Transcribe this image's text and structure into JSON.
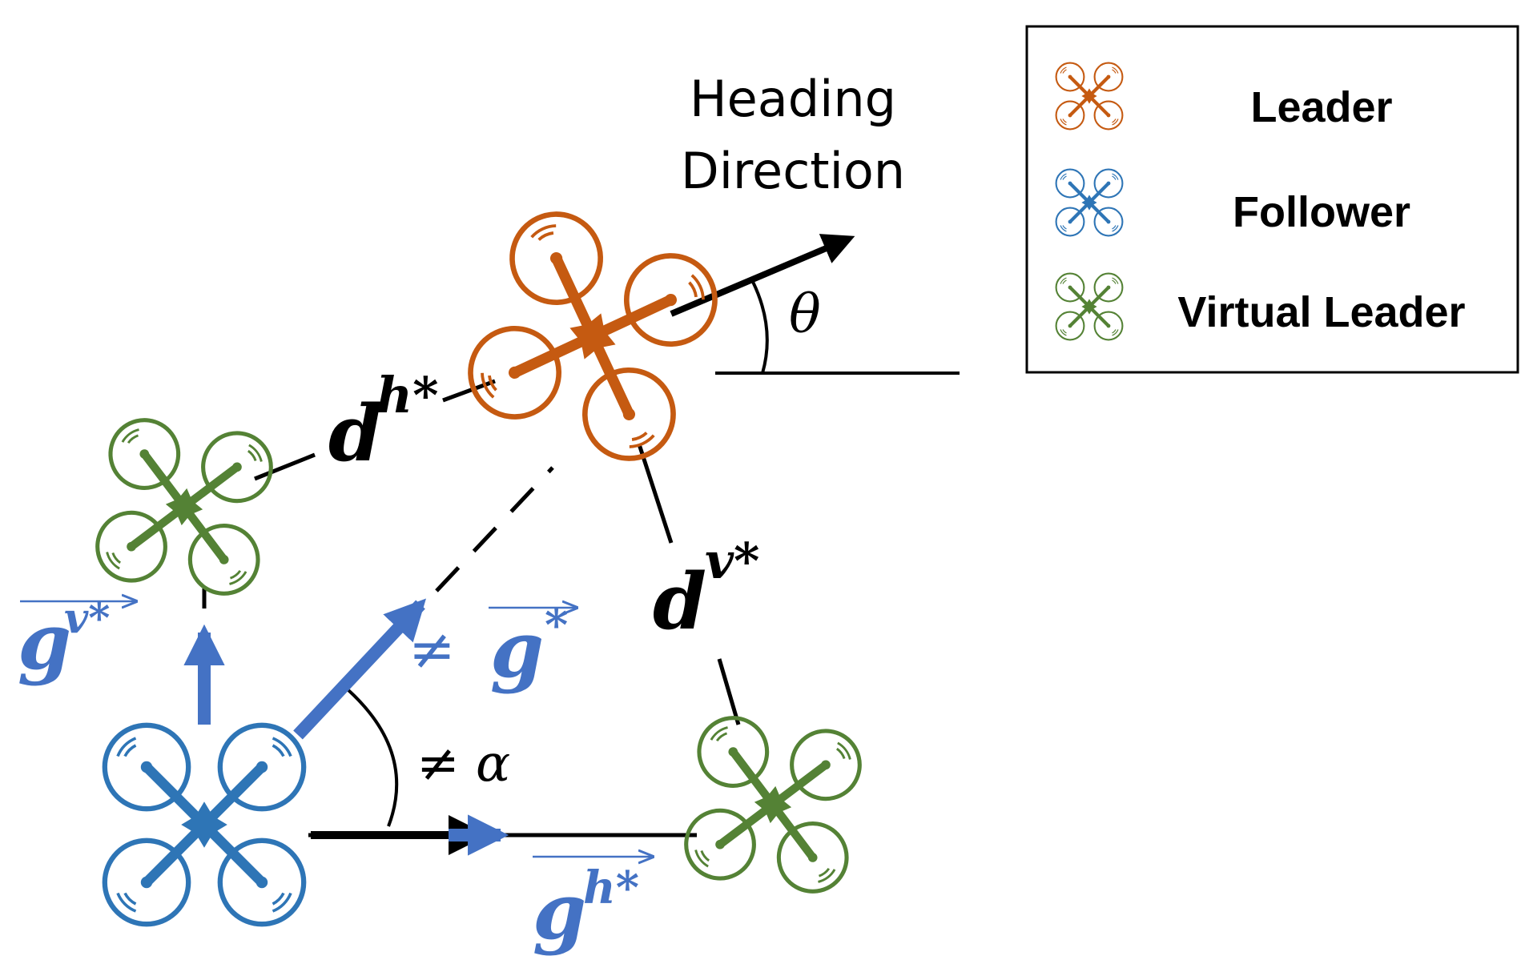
{
  "colors": {
    "leader": "#C55A11",
    "follower": "#2E75B6",
    "virtual_leader": "#548235",
    "vector": "#4472C4",
    "line": "#000000"
  },
  "heading_label": {
    "line1": "Heading",
    "line2": "Direction"
  },
  "symbols": {
    "theta": "θ",
    "alpha_neq": "≠ α",
    "dh_base": "d",
    "dh_sup": "h*",
    "dv_base": "d",
    "dv_sup": "v*",
    "gv_base": "g",
    "gv_sup": "v*",
    "g_neq": "≠",
    "g_base": "g",
    "g_sup": "*",
    "gh_base": "g",
    "gh_sup": "h*"
  },
  "legend": {
    "items": [
      {
        "label": "Leader",
        "icon": "drone-icon"
      },
      {
        "label": "Follower",
        "icon": "drone-icon"
      },
      {
        "label": "Virtual Leader",
        "icon": "drone-icon"
      }
    ]
  }
}
